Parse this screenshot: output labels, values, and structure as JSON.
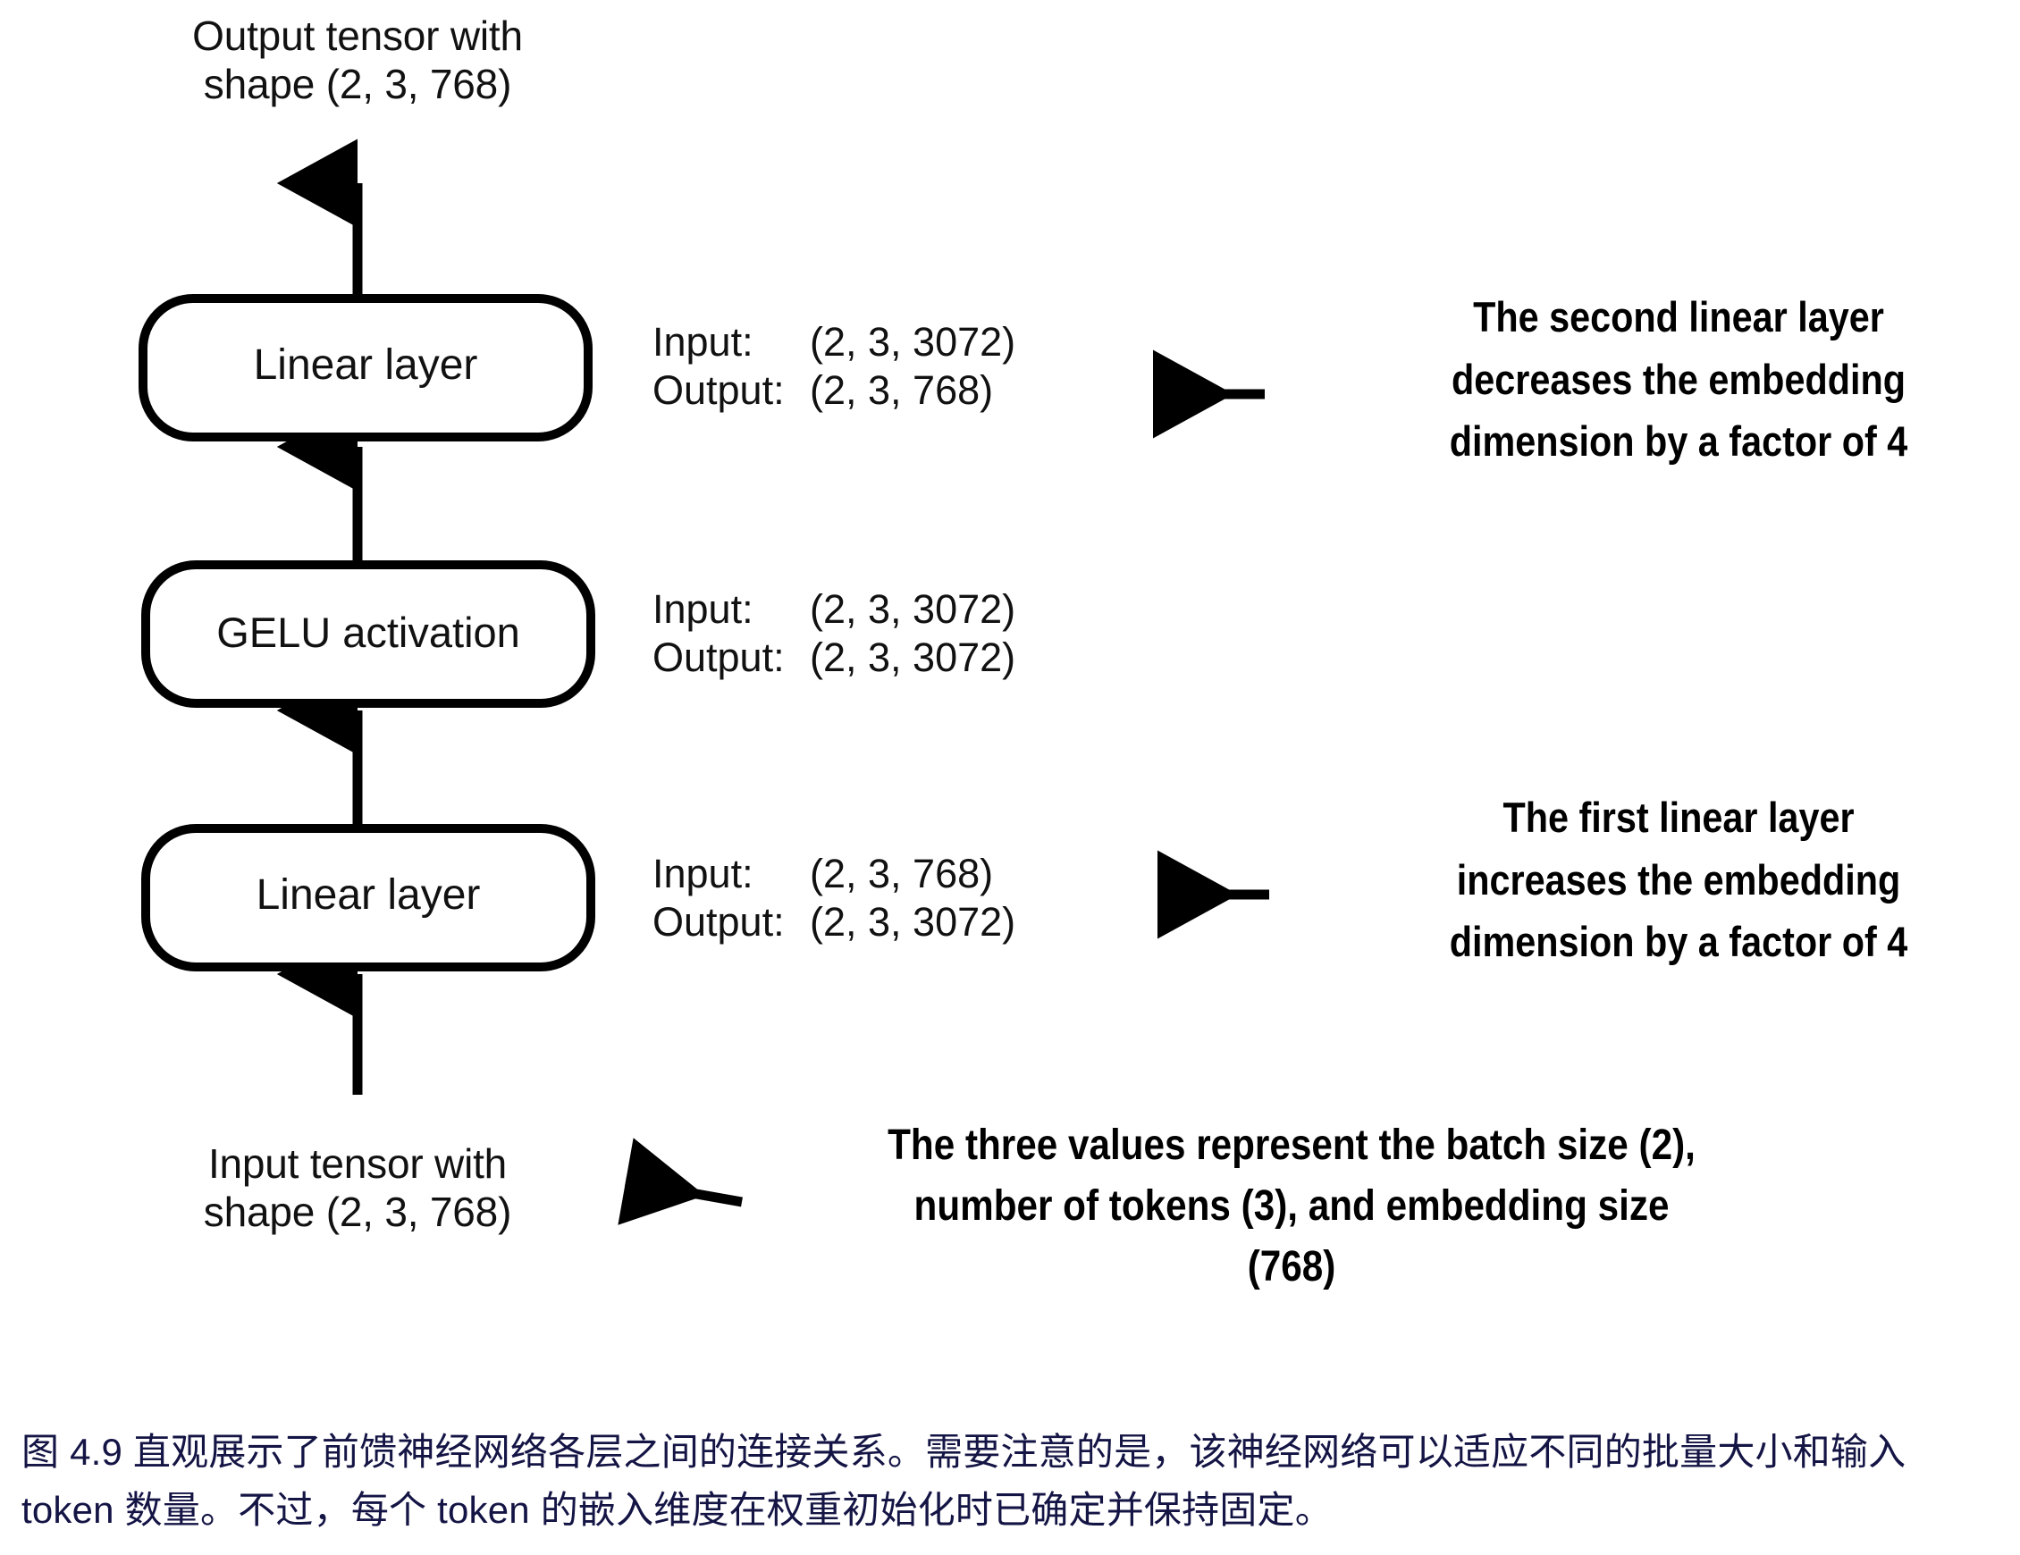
{
  "figure": {
    "top_label": "Output tensor with\nshape (2, 3, 768)",
    "bottom_label": "Input tensor with\nshape (2, 3, 768)",
    "blocks": [
      {
        "id": "linear-2",
        "label": "Linear layer"
      },
      {
        "id": "gelu",
        "label": "GELU activation"
      },
      {
        "id": "linear-1",
        "label": "Linear layer"
      }
    ],
    "io_specs": [
      {
        "for": "linear-2",
        "input_key": "Input:",
        "input_value": "(2, 3, 3072)",
        "output_key": "Output:",
        "output_value": "(2, 3, 768)"
      },
      {
        "for": "gelu",
        "input_key": "Input:",
        "input_value": "(2, 3, 3072)",
        "output_key": "Output:",
        "output_value": "(2, 3, 3072)"
      },
      {
        "for": "linear-1",
        "input_key": "Input:",
        "input_value": "(2, 3, 768)",
        "output_key": "Output:",
        "output_value": "(2, 3, 3072)"
      }
    ],
    "annotations": [
      {
        "id": "second-linear-note",
        "text": "The second linear layer\ndecreases the embedding\ndimension by a factor of 4"
      },
      {
        "id": "first-linear-note",
        "text": "The first linear layer\nincreases the embedding\ndimension by a factor of 4"
      },
      {
        "id": "three-values-note",
        "text": "The three values represent the batch size (2),\nnumber of tokens (3), and embedding size\n(768)"
      }
    ],
    "colors": {
      "stroke": "#000000",
      "box_fill": "#ffffff",
      "text": "#111111",
      "annotation_text": "#000000",
      "caption_text": "#141445",
      "background": "#ffffff"
    }
  },
  "caption": {
    "text": "图 4.9 直观展示了前馈神经网络各层之间的连接关系。需要注意的是，该神经网络可以适应不同的批量大小和输入 token 数量。不过，每个 token 的嵌入维度在权重初始化时已确定并保持固定。"
  }
}
